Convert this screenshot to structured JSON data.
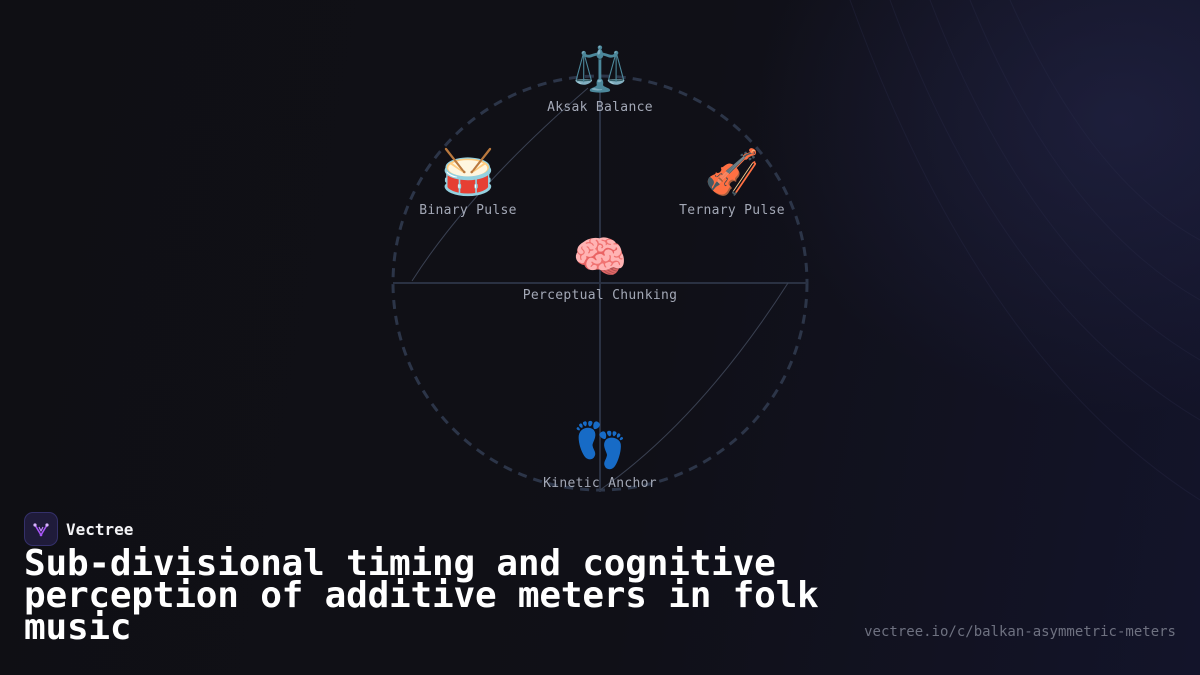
{
  "diagram": {
    "nodes": [
      {
        "id": "aksak",
        "emoji": "⚖️",
        "label": "Aksak Balance"
      },
      {
        "id": "binary",
        "emoji": "🥁",
        "label": "Binary Pulse"
      },
      {
        "id": "ternary",
        "emoji": "🎻",
        "label": "Ternary Pulse"
      },
      {
        "id": "chunking",
        "emoji": "🧠",
        "label": "Perceptual Chunking"
      },
      {
        "id": "kinetic",
        "emoji": "👣",
        "label": "Kinetic Anchor"
      }
    ]
  },
  "brand": {
    "name": "Vectree",
    "logo_icon": "vectree-logo-icon",
    "accent": "#a855f7"
  },
  "title": "Sub-divisional timing and cognitive perception of additive meters in folk music",
  "url": "vectree.io/c/balkan-asymmetric-meters"
}
